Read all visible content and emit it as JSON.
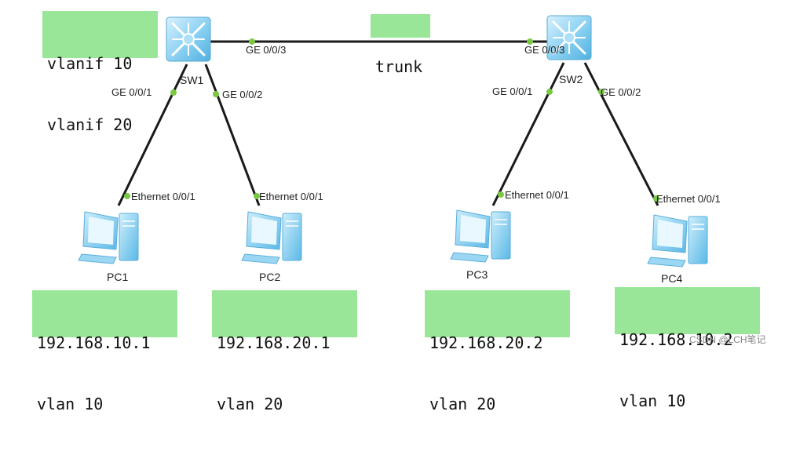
{
  "devices": {
    "sw1": {
      "label": "SW1"
    },
    "sw2": {
      "label": "SW2"
    },
    "pc1": {
      "label": "PC1"
    },
    "pc2": {
      "label": "PC2"
    },
    "pc3": {
      "label": "PC3"
    },
    "pc4": {
      "label": "PC4"
    }
  },
  "notes": {
    "sw1": [
      "vlanif 10",
      "vlanif 20"
    ],
    "trunk": "trunk",
    "pc1": [
      "192.168.10.1",
      "vlan 10"
    ],
    "pc2": [
      "192.168.20.1",
      "vlan 20"
    ],
    "pc3": [
      "192.168.20.2",
      "vlan 20"
    ],
    "pc4": [
      "192.168.10.2",
      "vlan 10"
    ]
  },
  "ports": {
    "sw1_uplink": "GE 0/0/3",
    "sw2_uplink": "GE 0/0/3",
    "sw1_pc1": "GE 0/0/1",
    "sw1_pc2": "GE 0/0/2",
    "sw2_pc3": "GE 0/0/1",
    "sw2_pc4": "GE 0/0/2",
    "pc1_eth": "Ethernet 0/0/1",
    "pc2_eth": "Ethernet 0/0/1",
    "pc3_eth": "Ethernet 0/0/1",
    "pc4_eth": "Ethernet 0/0/1"
  },
  "watermark": "CSDN @LCH笔记",
  "colors": {
    "note_bg": "#99e699",
    "link": "#1a1a1a",
    "port_dot": "#7ac943",
    "switch_body": "#7ec8ee",
    "pc_body": "#6fc6ee"
  }
}
